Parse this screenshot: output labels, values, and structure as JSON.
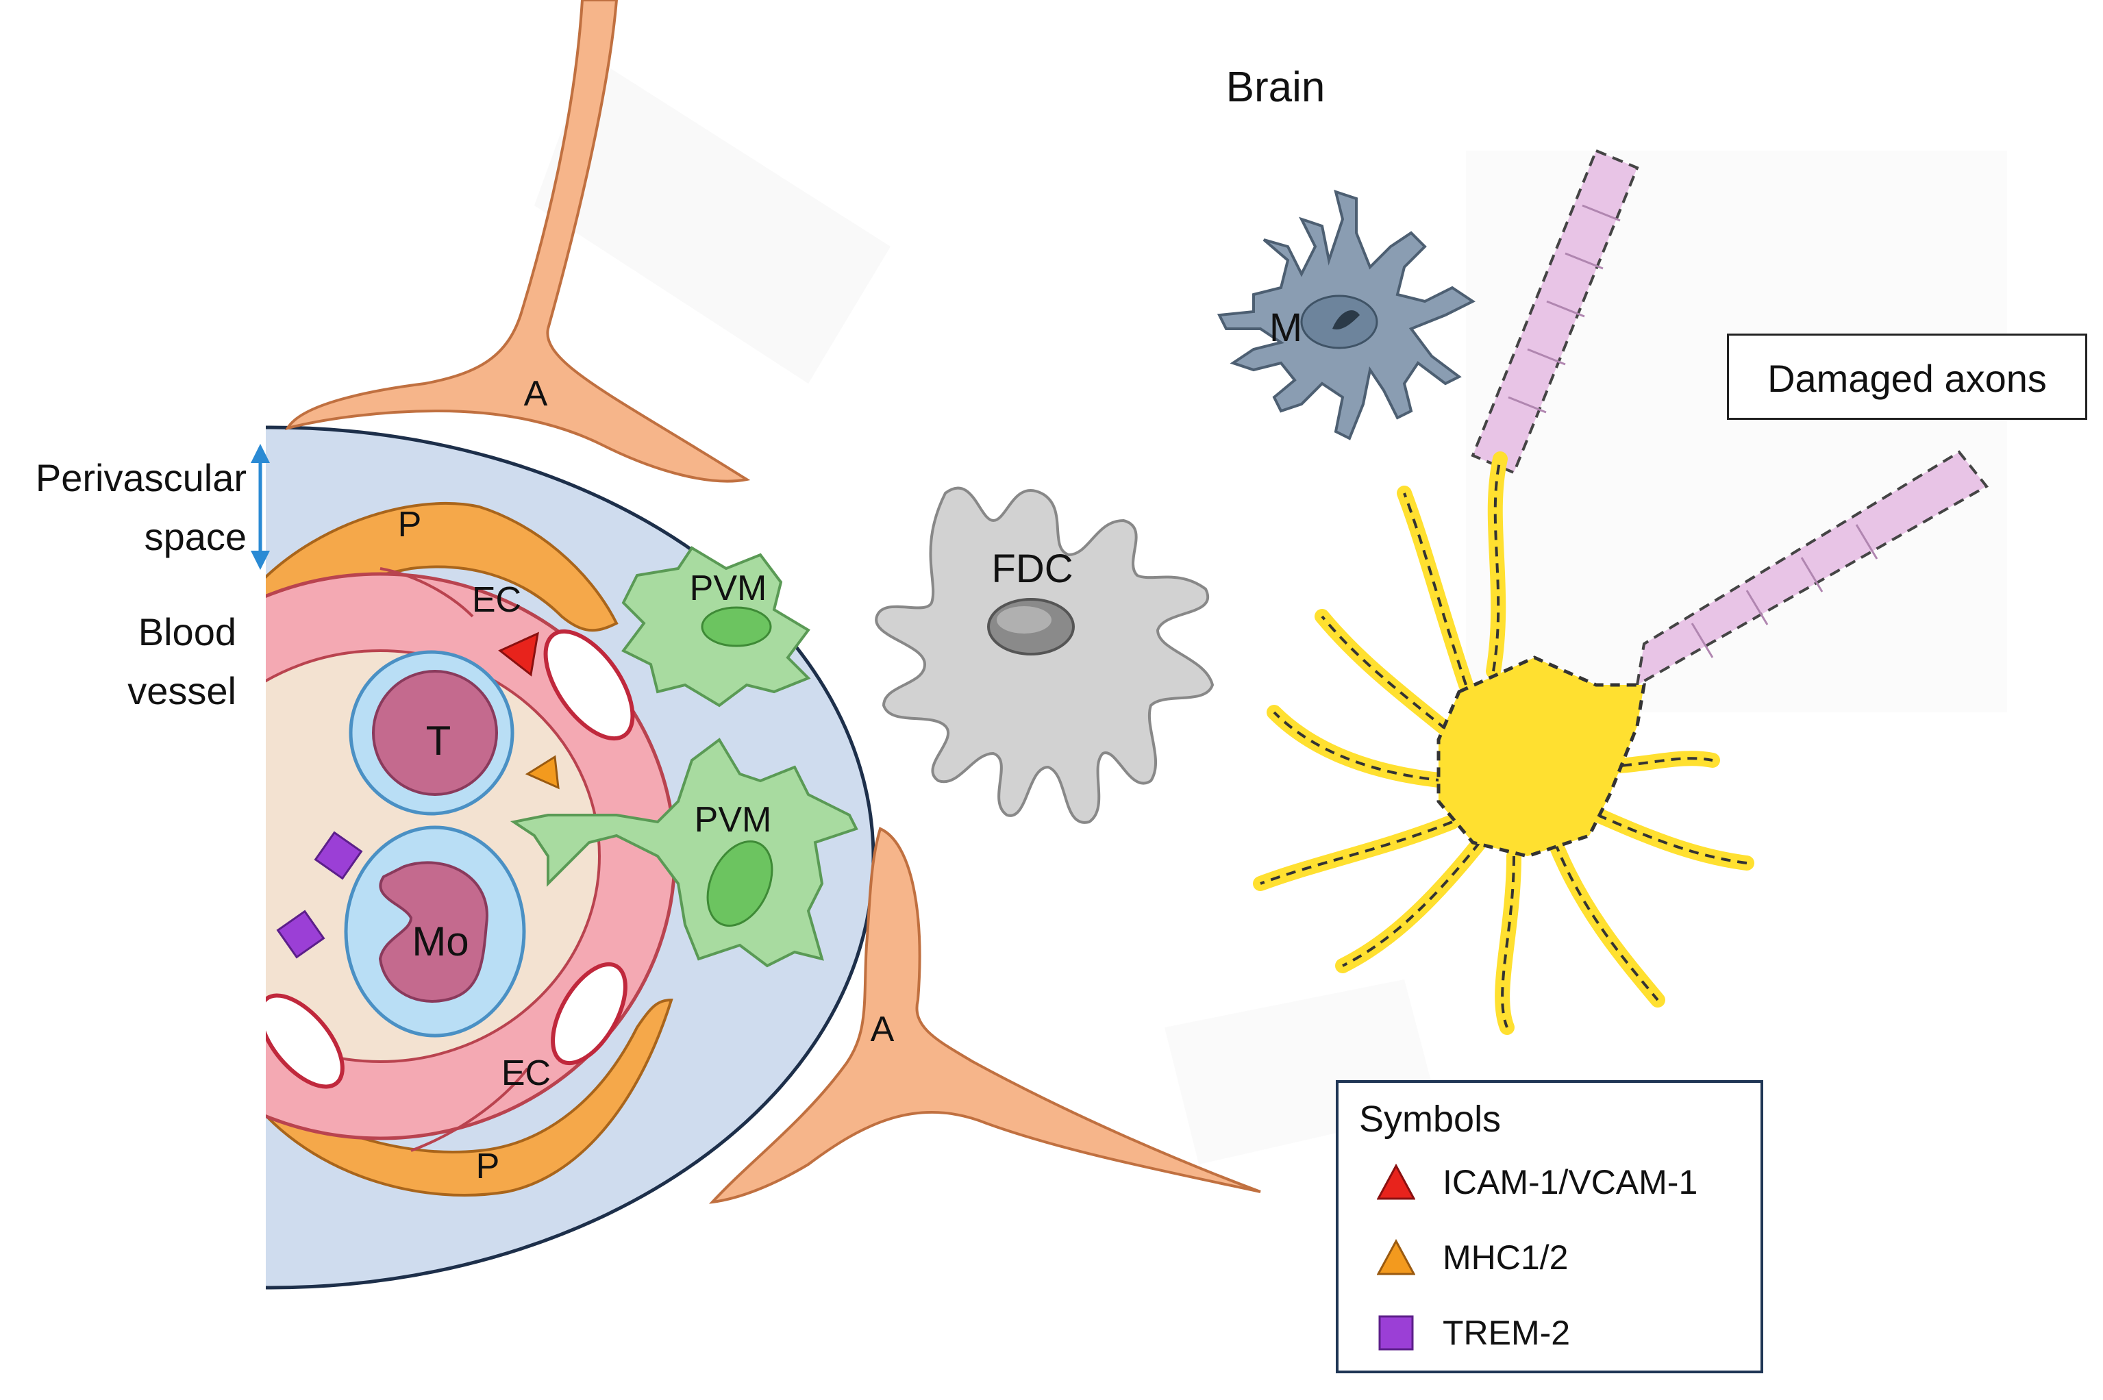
{
  "title": "Brain",
  "side_labels": {
    "perivascular_line1": "Perivascular",
    "perivascular_line2": "space",
    "blood_vessel_line1": "Blood",
    "blood_vessel_line2": "vessel"
  },
  "cells": {
    "astrocyte_top": "A",
    "astrocyte_bottom": "A",
    "pericyte_top": "P",
    "pericyte_bottom": "P",
    "endothelial_top": "EC",
    "endothelial_bottom": "EC",
    "pvm_top": "PVM",
    "pvm_bottom": "PVM",
    "t_cell": "T",
    "monocyte": "Mo",
    "fdc": "FDC",
    "microglia": "M"
  },
  "damaged_axons_label": "Damaged axons",
  "legend": {
    "title": "Symbols",
    "items": [
      {
        "label": "ICAM-1/VCAM-1",
        "shape": "triangle",
        "color": "#e8231c"
      },
      {
        "label": "MHC1/2",
        "shape": "triangle",
        "color": "#f39a1e"
      },
      {
        "label": "TREM-2",
        "shape": "square",
        "color": "#9b3fd6"
      }
    ]
  },
  "colors": {
    "perivascular": "#cfdcee",
    "vessel_wall": "#f4a9b3",
    "lumen": "#f3e2d1",
    "pericyte": "#f5a84a",
    "astrocyte": "#f6b58a",
    "pvm": "#a8dba0",
    "neuron": "#ffe030",
    "microglia": "#8a9db2",
    "fdc": "#cfcfcf",
    "axon": "#e8c4e6"
  }
}
